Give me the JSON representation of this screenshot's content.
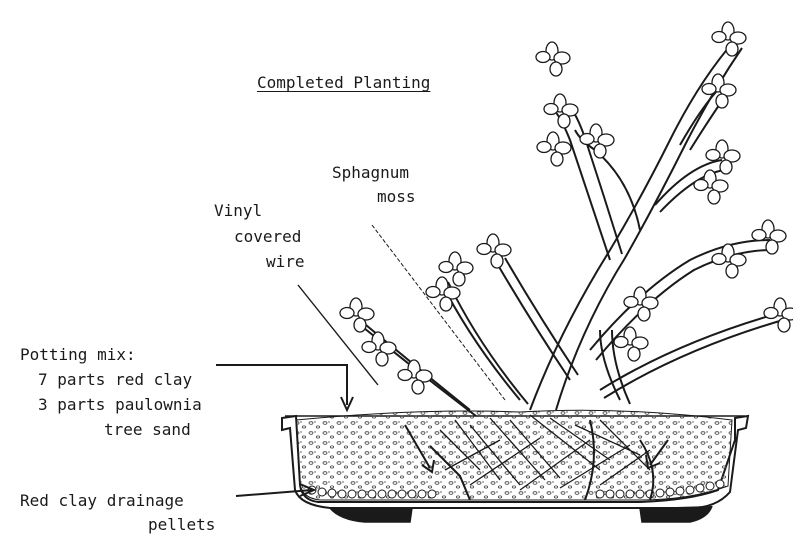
{
  "title": "Completed Planting",
  "labels": {
    "sphagnum": [
      "Sphagnum",
      "moss"
    ],
    "vinyl": [
      "Vinyl",
      "covered",
      "wire"
    ],
    "potting_mix": [
      "Potting mix:",
      "7 parts red clay",
      "3 parts paulownia",
      "tree sand"
    ],
    "drainage": [
      "Red clay drainage",
      "pellets"
    ]
  }
}
